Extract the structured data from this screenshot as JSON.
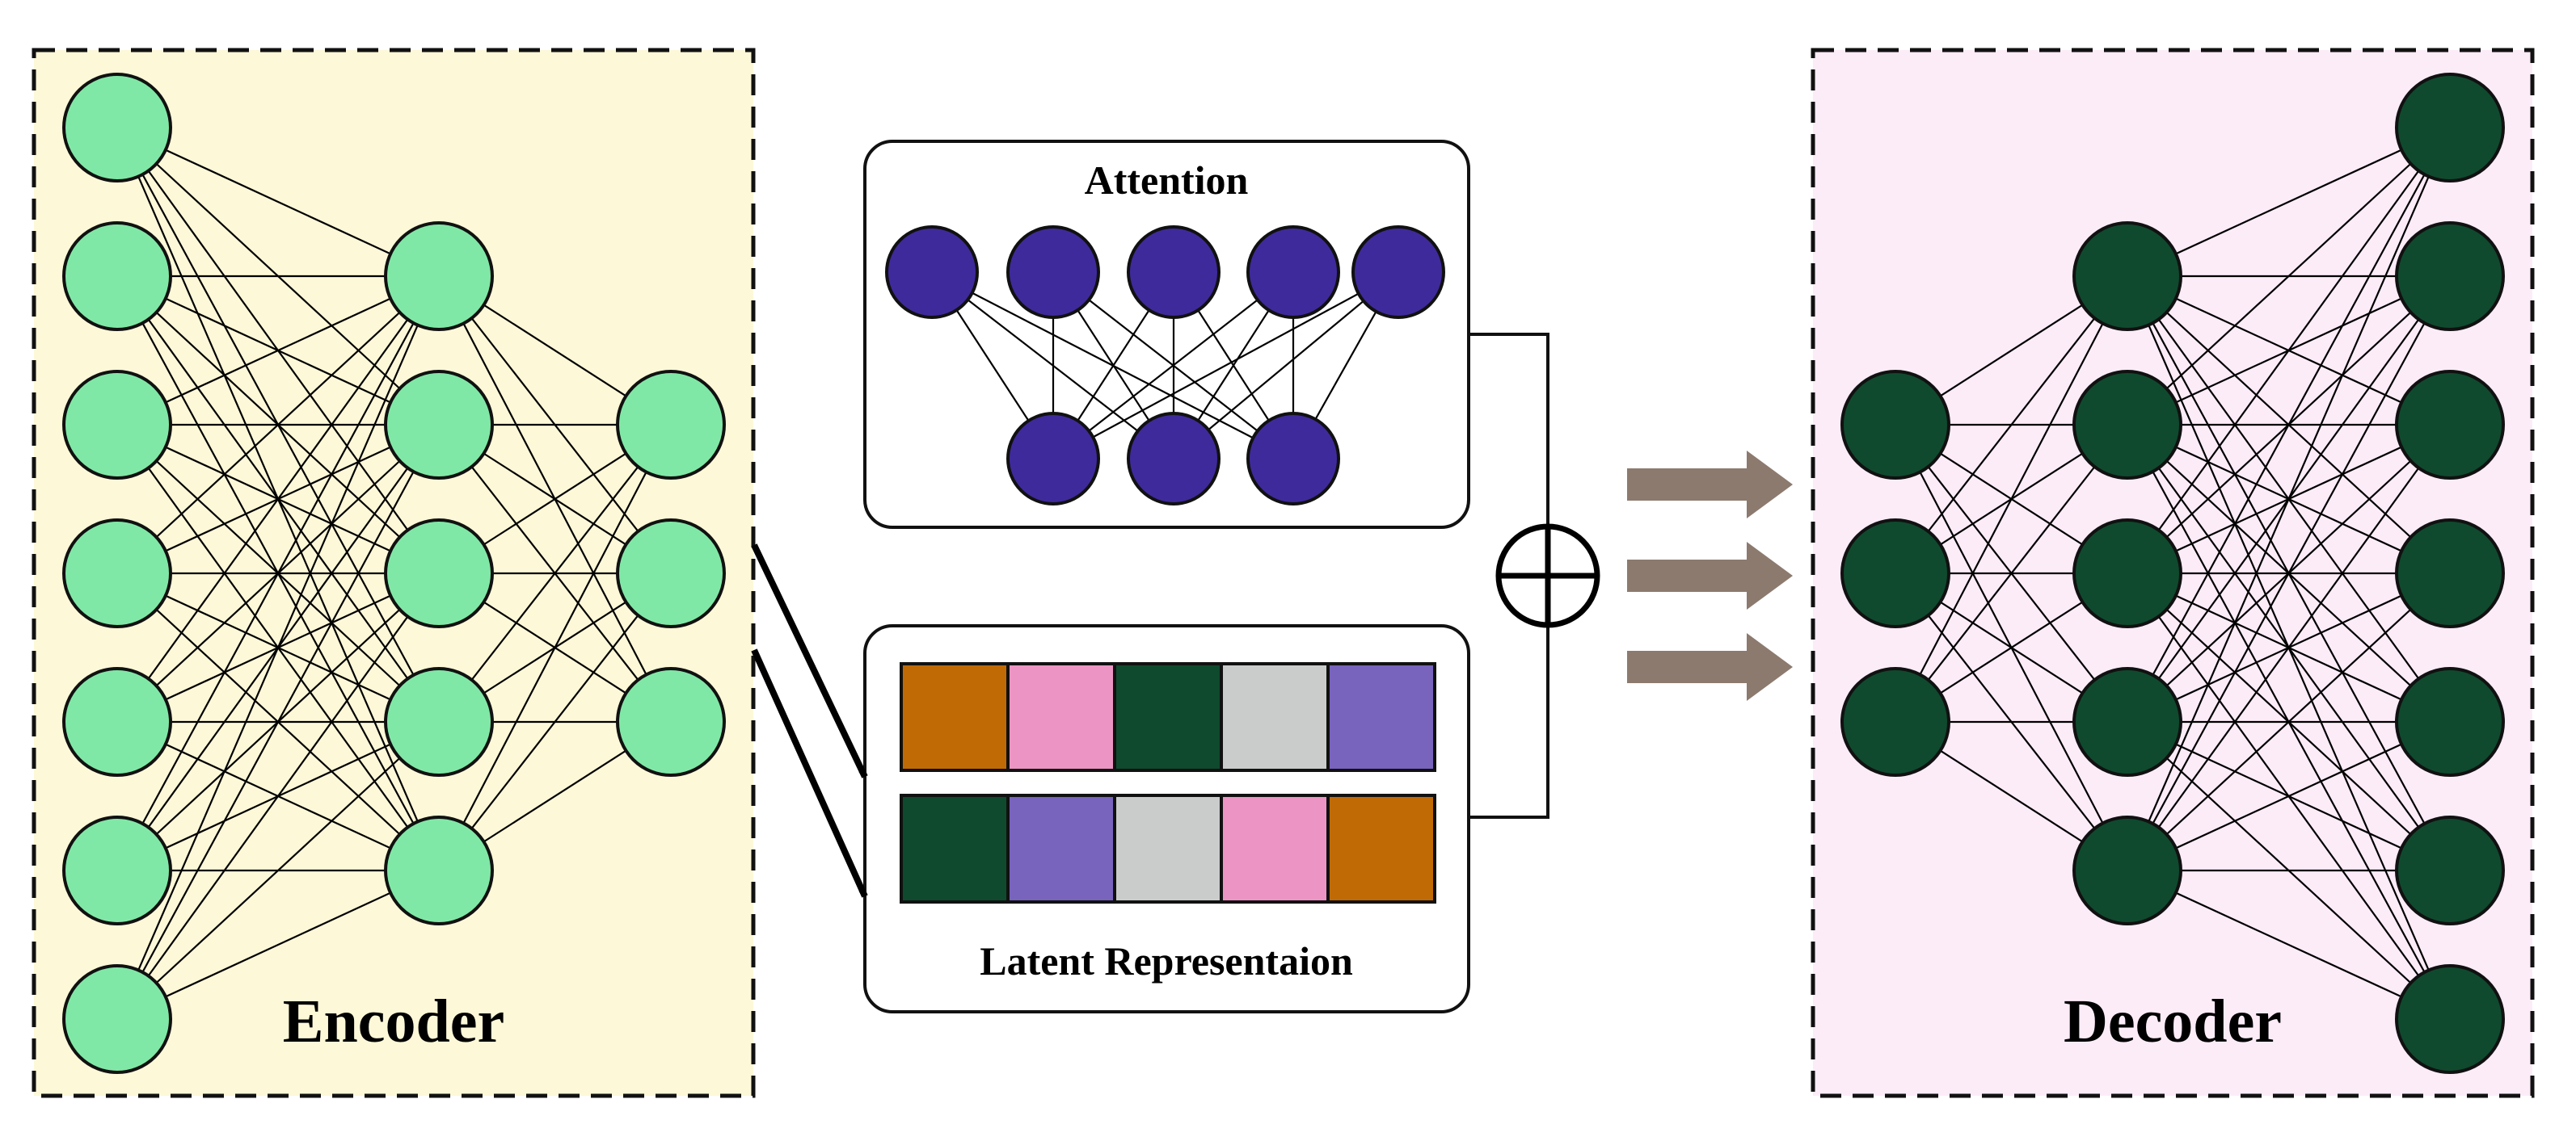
{
  "labels": {
    "encoder": "Encoder",
    "decoder": "Decoder",
    "attention": "Attention",
    "latent": "Latent Representaion"
  },
  "colors": {
    "encoder_panel": "#fdf8d8",
    "decoder_panel": "#fcecf8",
    "encoder_node": "#80e8a6",
    "decoder_node": "#0f4a2e",
    "attention_node": "#3f2a9b",
    "flow_arrow": "#8c7a6f",
    "latent_palette": {
      "orange": "#c06a05",
      "pink": "#ec95c4",
      "dark_green": "#0f4a2e",
      "gray": "#c9cccb",
      "purple": "#7863bd"
    }
  },
  "network": {
    "encoder_layers": [
      7,
      5,
      3
    ],
    "attention_layers": [
      5,
      3
    ],
    "decoder_layers": [
      3,
      5,
      7
    ]
  },
  "latent_rows": [
    [
      "orange",
      "pink",
      "dark_green",
      "gray",
      "purple"
    ],
    [
      "dark_green",
      "purple",
      "gray",
      "pink",
      "orange"
    ]
  ],
  "icons": {
    "combine": "circle-plus-icon",
    "flow": "right-arrow-icon"
  }
}
